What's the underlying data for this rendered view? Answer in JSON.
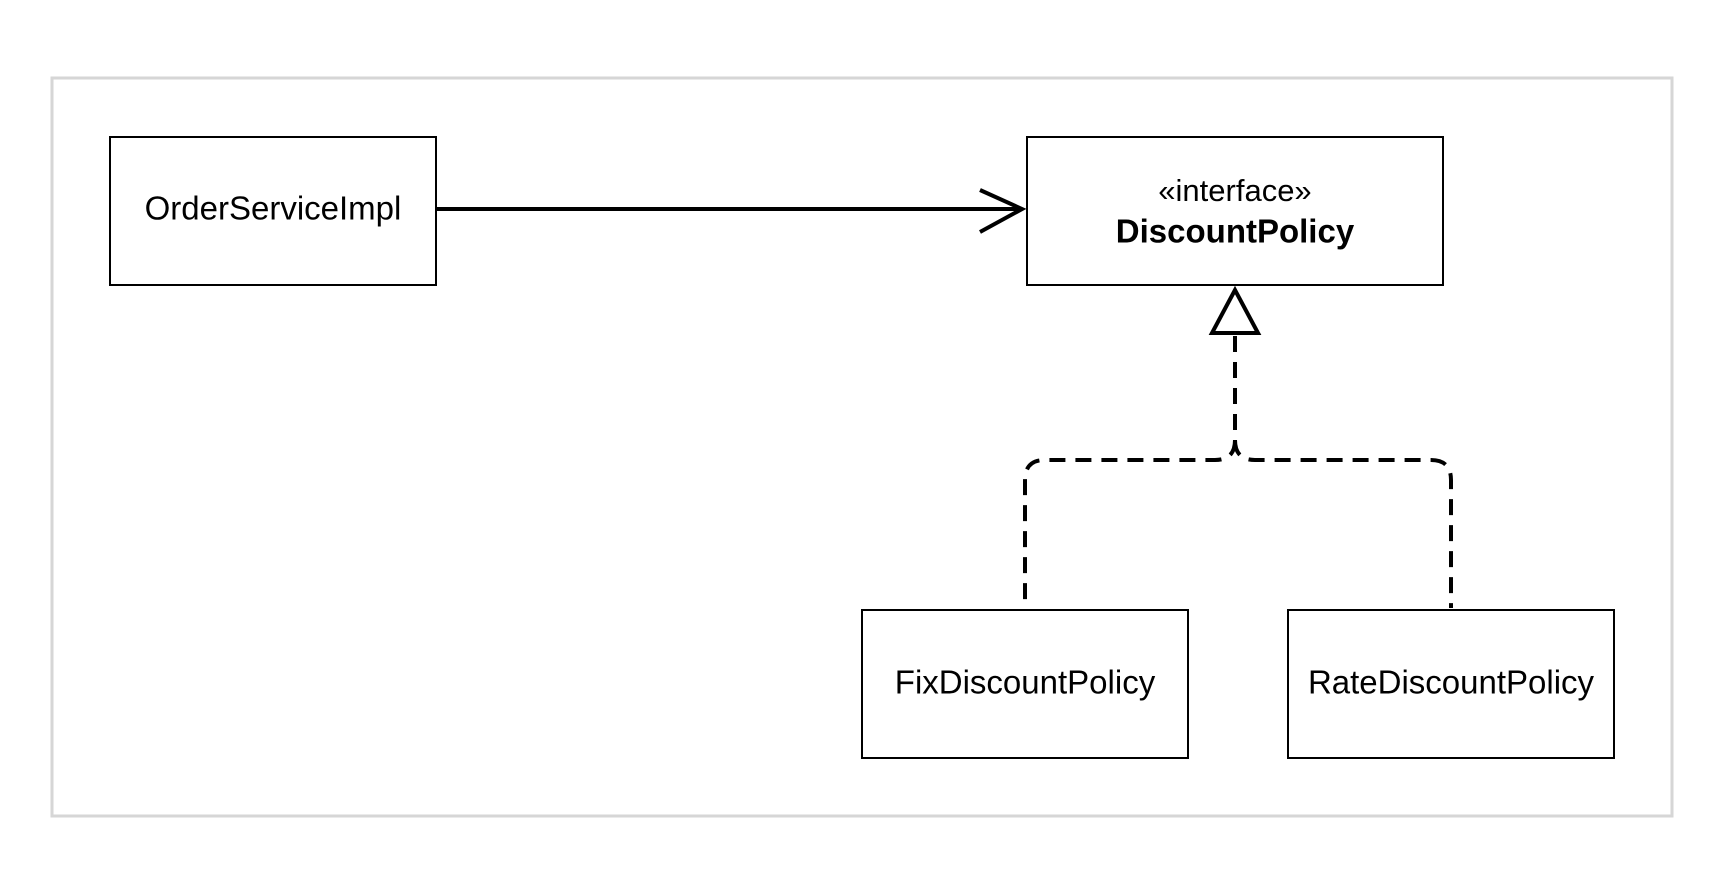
{
  "diagram": {
    "classes": {
      "order_service_impl": {
        "name": "OrderServiceImpl"
      },
      "discount_policy": {
        "stereotype": "«interface»",
        "name": "DiscountPolicy"
      },
      "fix_discount_policy": {
        "name": "FixDiscountPolicy"
      },
      "rate_discount_policy": {
        "name": "RateDiscountPolicy"
      }
    },
    "relations": [
      {
        "from": "OrderServiceImpl",
        "to": "DiscountPolicy",
        "kind": "association"
      },
      {
        "from": "FixDiscountPolicy",
        "to": "DiscountPolicy",
        "kind": "realization"
      },
      {
        "from": "RateDiscountPolicy",
        "to": "DiscountPolicy",
        "kind": "realization"
      }
    ],
    "colors": {
      "line": "#000000",
      "frame": "#d6d6d6",
      "background": "#ffffff"
    }
  }
}
